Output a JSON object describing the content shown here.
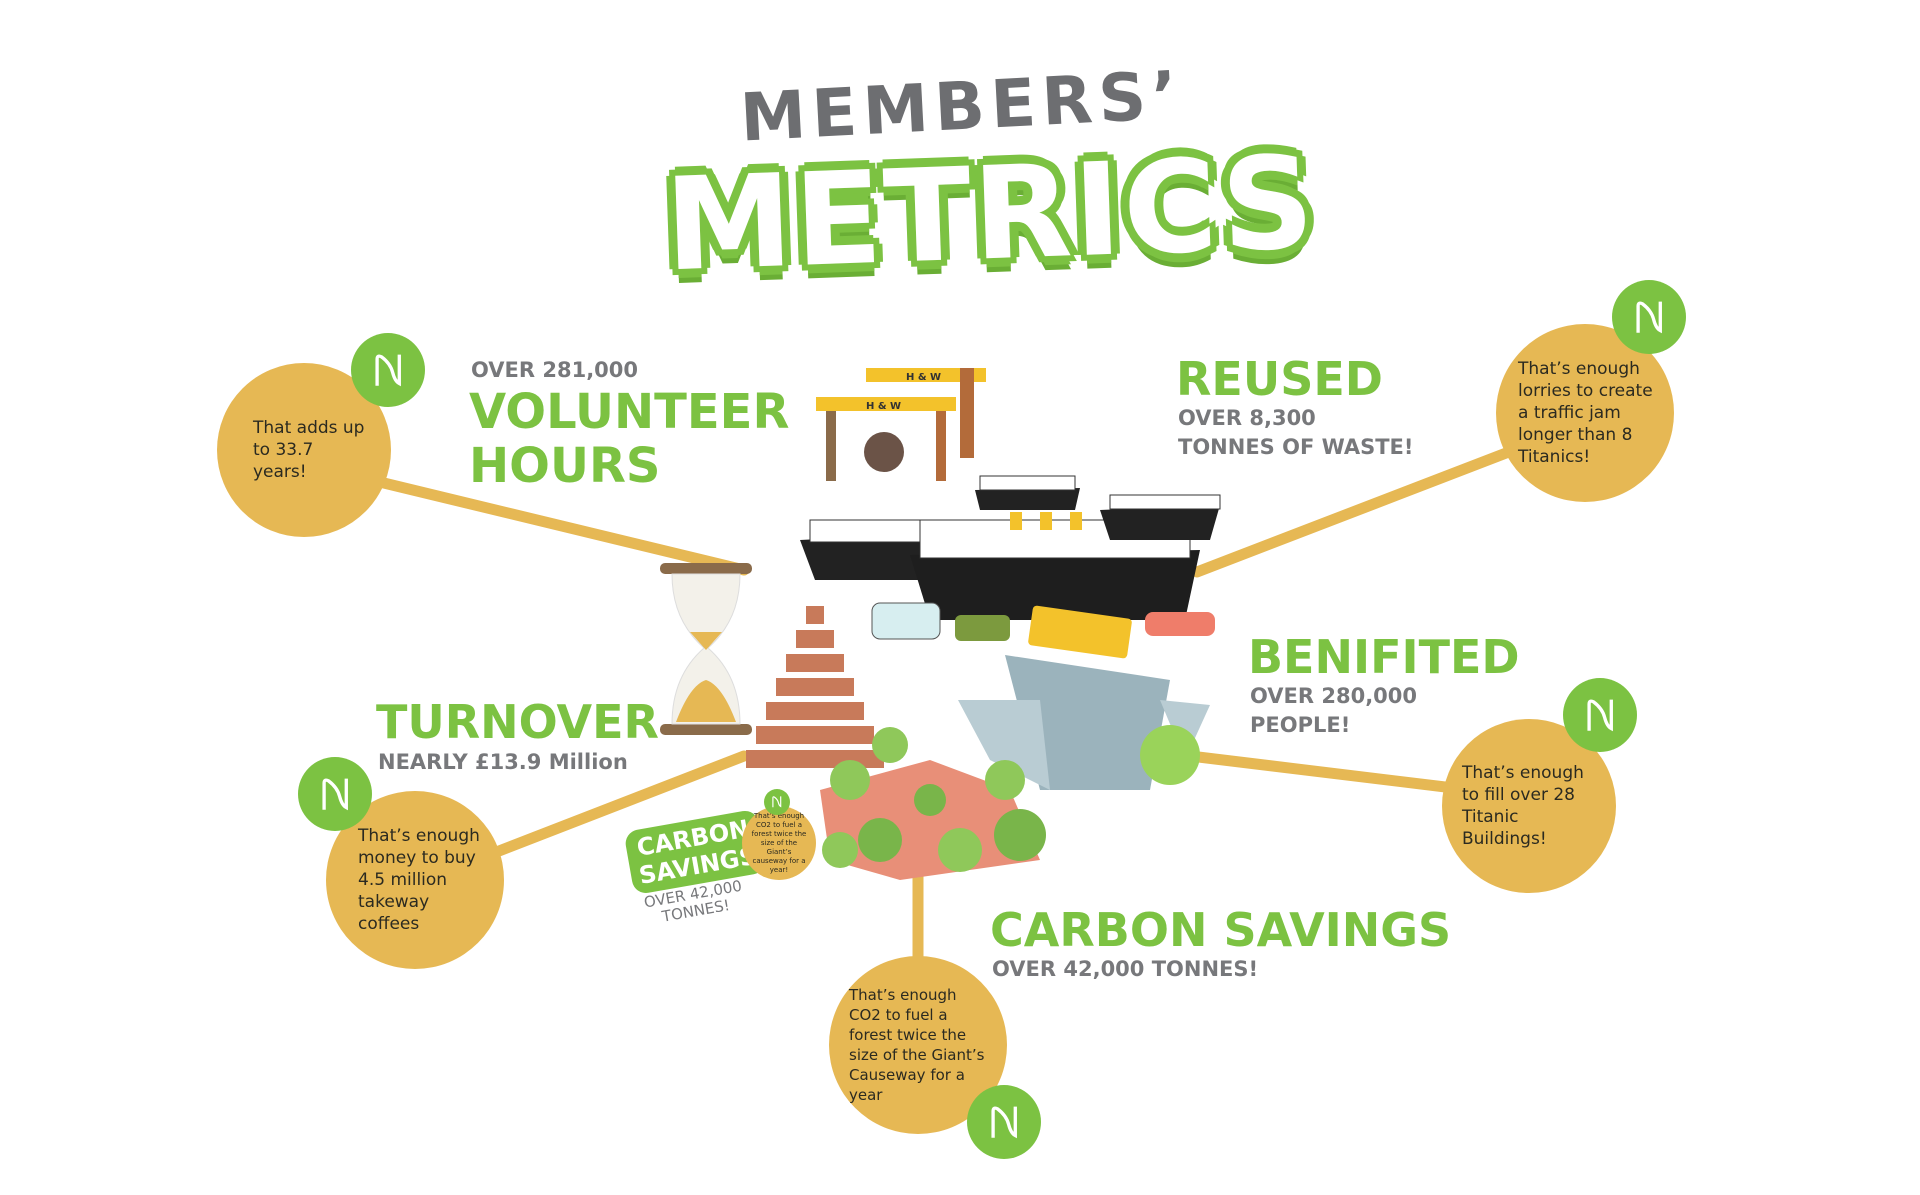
{
  "header": {
    "title_top": "MEMBERS’",
    "title_main": "METRICS"
  },
  "colors": {
    "green": "#7cc242",
    "gold": "#e6b854",
    "grey": "#77787b"
  },
  "volunteer": {
    "pre": "OVER 281,000",
    "title": "VOLUNTEER HOURS",
    "bubble": "That adds up to 33.7 years!"
  },
  "reused": {
    "title": "REUSED",
    "line1": "OVER 8,300",
    "line2": "TONNES OF WASTE!",
    "bubble": "That’s enough lorries to create a traffic jam longer than 8 Titanics!"
  },
  "benefited": {
    "title": "BENIFITED",
    "line1": "OVER 280,000",
    "line2": "PEOPLE!",
    "bubble": "That’s enough to fill over 28 Titanic Buildings!"
  },
  "turnover": {
    "title": "TURNOVER",
    "line1": "NEARLY £13.9 Million",
    "bubble": "That’s enough money to buy 4.5 million takeway coffees"
  },
  "carbon": {
    "title": "CARBON SAVINGS",
    "line1": "OVER 42,000 TONNES!",
    "bubble": "That’s enough CO2 to fuel a forest twice the size of the Giant’s Causeway for a year"
  },
  "sticker": {
    "title1": "CARBON",
    "title2": "SAVINGS",
    "line1": "OVER 42,000",
    "line2": "TONNES!",
    "bubble": "That’s enough CO2 to fuel a forest twice the size of the Giant’s causeway for a year!"
  },
  "crane": {
    "label1": "H & W",
    "label2": "H & W"
  },
  "icons": {
    "badge": "n-logo-icon"
  }
}
